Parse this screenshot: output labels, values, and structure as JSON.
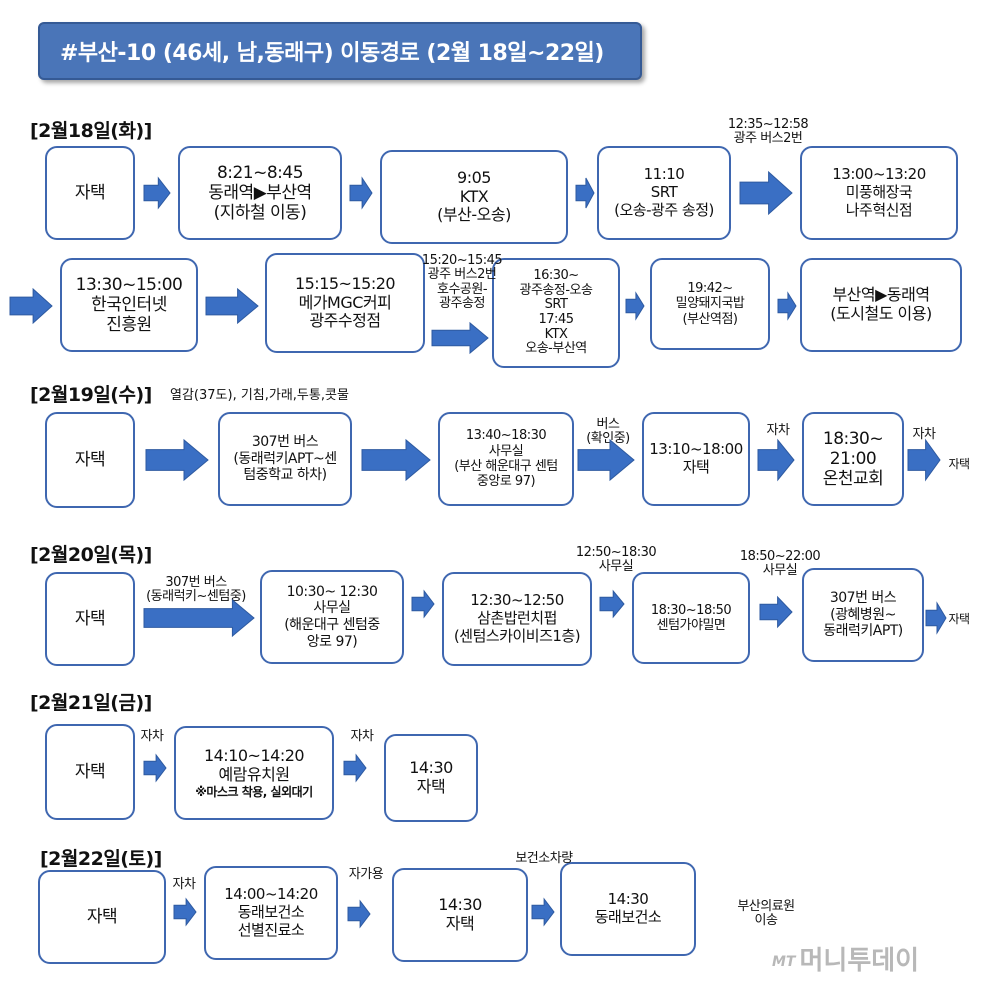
{
  "title": "#부산-10 (46세, 남,동래구) 이동경로 (2월 18일~22일)",
  "colors": {
    "banner": "#4a75b8",
    "box_border": "#3f67b0",
    "arrow": "#3a6fc4"
  },
  "days": {
    "d18": {
      "label": "[2월18일(화)]",
      "boxes": {
        "b1": [
          "자택"
        ],
        "b2": [
          "8:21~8:45",
          "동래역▶부산역",
          "(지하철 이동)"
        ],
        "b3": [
          "9:05",
          "KTX",
          "(부산-오송)"
        ],
        "b4": [
          "11:10",
          "SRT",
          "(오송-광주 송정)"
        ],
        "b5": [
          "13:00~13:20",
          "미풍해장국",
          "나주혁신점"
        ],
        "b6": [
          "13:30~15:00",
          "한국인터넷",
          "진흥원"
        ],
        "b7": [
          "15:15~15:20",
          "메가MGC커피",
          "광주수정점"
        ],
        "b8": [
          "16:30~",
          "광주송정-오송",
          "SRT",
          "17:45",
          "KTX",
          "오송-부산역"
        ],
        "b9": [
          "19:42~",
          "밀양돼지국밥",
          "(부산역점)"
        ],
        "b10": [
          "부산역▶동래역",
          "(도시철도 이용)"
        ]
      },
      "labels": {
        "bus1": [
          "12:35~12:58",
          "광주 버스2번"
        ],
        "bus2": [
          "15:20~15:45",
          "광주 버스2번",
          "호수공원-",
          "광주송정"
        ]
      }
    },
    "d19": {
      "label": "[2월19일(수)]",
      "note": "열감(37도), 기침,가래,두통,콧물",
      "boxes": {
        "b1": [
          "자택"
        ],
        "b2": [
          "307번 버스",
          "(동래럭키APT~센",
          "텀중학교 하차)"
        ],
        "b3": [
          "13:40~18:30",
          "사무실",
          "(부산 해운대구 센텀",
          "중앙로 97)"
        ],
        "b4": [
          "13:10~18:00",
          "자택"
        ],
        "b5": [
          "18:30~",
          "21:00",
          "온천교회"
        ]
      },
      "labels": {
        "bus": [
          "버스",
          "(확인중)"
        ],
        "car1": [
          "자차"
        ],
        "car2": [
          "자차"
        ],
        "home": [
          "자택"
        ]
      }
    },
    "d20": {
      "label": "[2월20일(목)]",
      "boxes": {
        "b1": [
          "자택"
        ],
        "b2": [
          "10:30~ 12:30",
          "사무실",
          "(해운대구 센텀중",
          "앙로 97)"
        ],
        "b3": [
          "12:30~12:50",
          "삼촌밥런치펍",
          "(센텀스카이비즈1층)"
        ],
        "b4": [
          "18:30~18:50",
          "센텀가야밀면"
        ],
        "b5": [
          "307번 버스",
          "(광혜병원~",
          "동래럭키APT)"
        ]
      },
      "labels": {
        "bus": [
          "307번 버스",
          "(동래럭키~센텀중)"
        ],
        "office1": [
          "12:50~18:30",
          "사무실"
        ],
        "office2": [
          "18:50~22:00",
          "사무실"
        ],
        "home": [
          "자택"
        ]
      }
    },
    "d21": {
      "label": "[2월21일(금)]",
      "boxes": {
        "b1": [
          "자택"
        ],
        "b2": [
          "14:10~14:20",
          "예람유치원",
          "※마스크 착용, 실외대기"
        ],
        "b3": [
          "14:30",
          "자택"
        ]
      },
      "labels": {
        "car1": [
          "자차"
        ],
        "car2": [
          "자차"
        ]
      }
    },
    "d22": {
      "label": "[2월22일(토)]",
      "boxes": {
        "b1": [
          "자택"
        ],
        "b2": [
          "14:00~14:20",
          "동래보건소",
          "선별진료소"
        ],
        "b3": [
          "14:30",
          "자택"
        ],
        "b4": [
          "14:30",
          "동래보건소"
        ]
      },
      "labels": {
        "car1": [
          "자차"
        ],
        "car2": [
          "자가용"
        ],
        "hc": [
          "보건소차량"
        ],
        "hosp": [
          "부산의료원",
          "이송"
        ]
      }
    }
  },
  "watermark": {
    "mt": "MT",
    "text": "머니투데이"
  }
}
